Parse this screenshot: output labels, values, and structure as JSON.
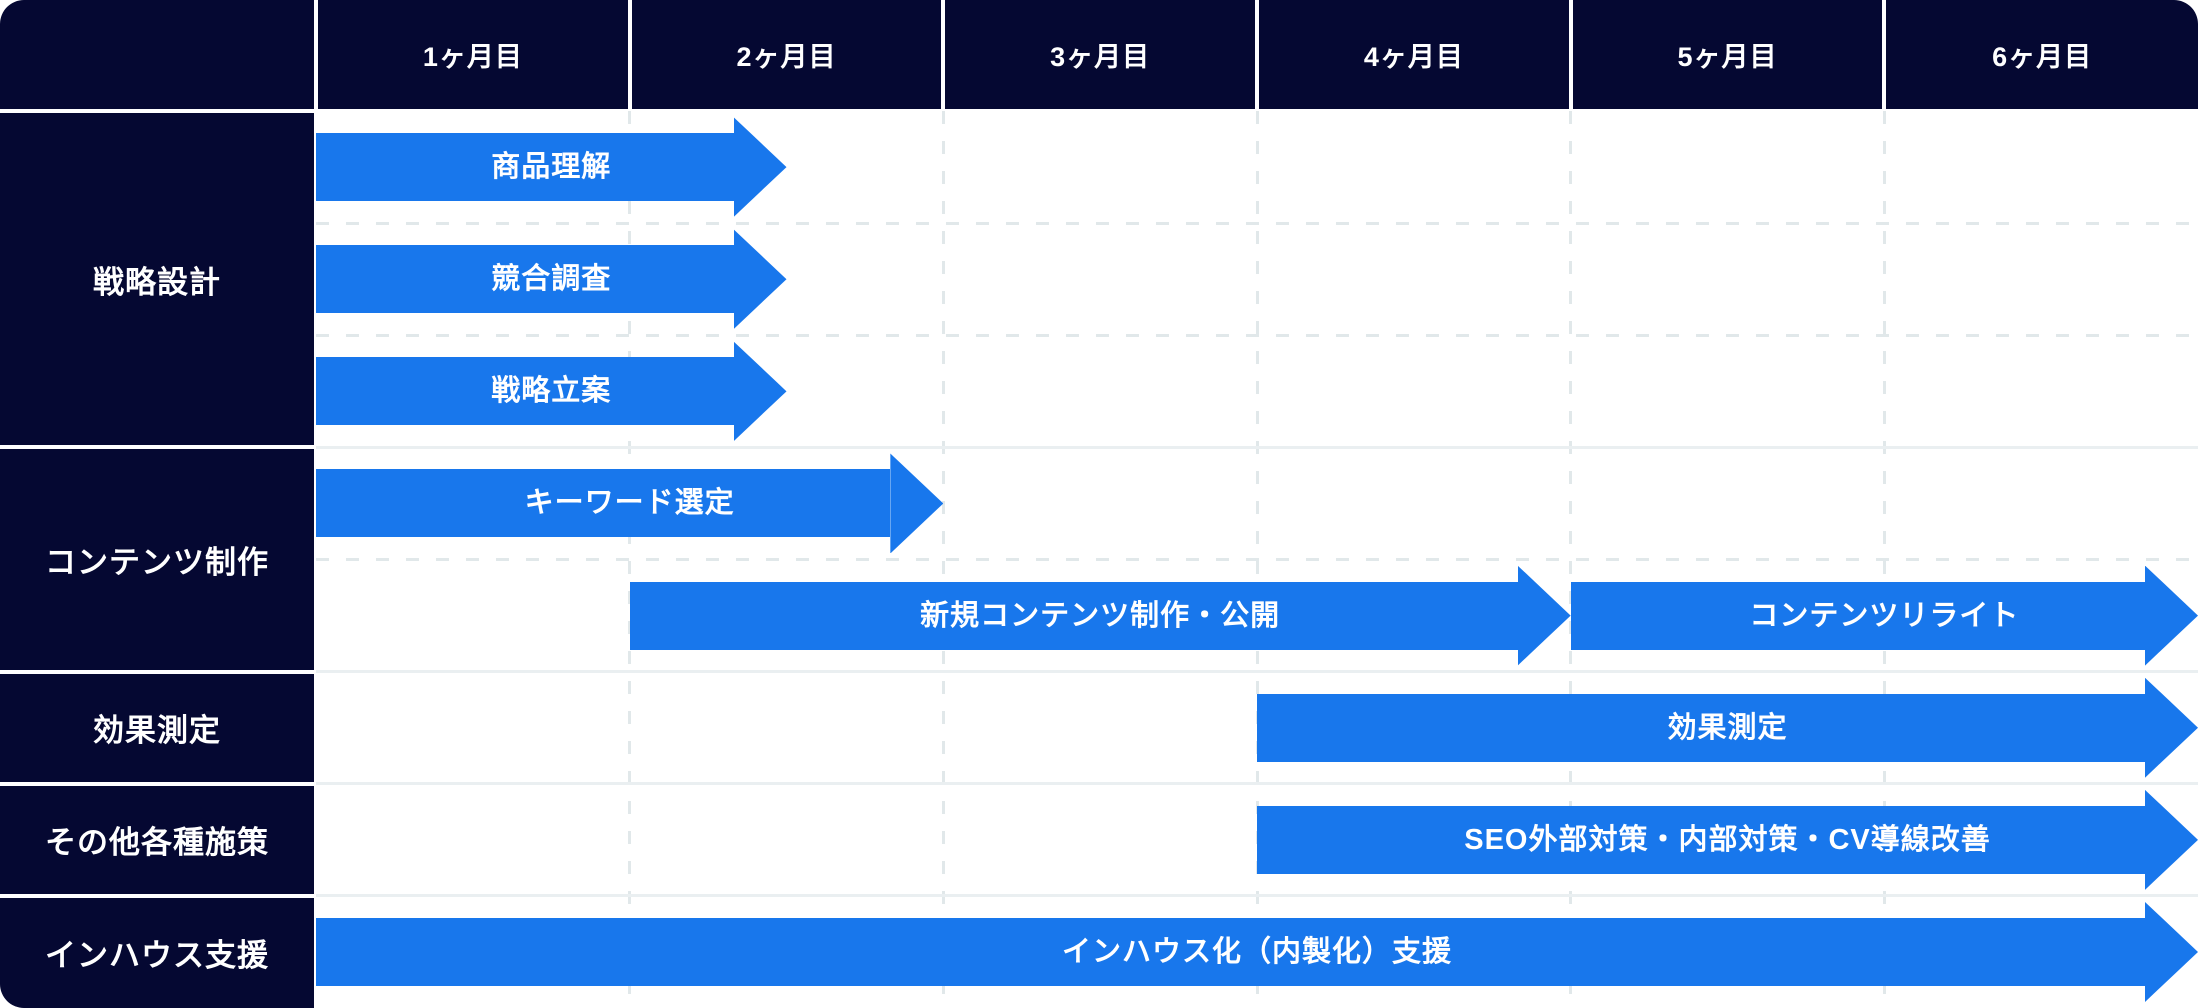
{
  "colors": {
    "navy": "#050832",
    "blue": "#1877EC",
    "grid_dashed": "#E1E8EA",
    "grid_solid": "#EAEFF1",
    "background": "#FFFFFF",
    "text_on_dark": "#FFFFFF",
    "text_on_blue": "#FFFFFF"
  },
  "header": {
    "corner_label": "",
    "months": [
      "1ヶ月目",
      "2ヶ月目",
      "3ヶ月目",
      "4ヶ月目",
      "5ヶ月目",
      "6ヶ月目"
    ]
  },
  "chart_data": {
    "type": "gantt",
    "unit": "month",
    "xlim": [
      0,
      6
    ],
    "x_categories": [
      "1ヶ月目",
      "2ヶ月目",
      "3ヶ月目",
      "4ヶ月目",
      "5ヶ月目",
      "6ヶ月目"
    ],
    "grid": "dashed-vertical-per-month",
    "bar_style": "right-arrow",
    "sections": [
      {
        "label": "戦略設計",
        "rows": [
          [
            {
              "task": "商品理解",
              "start": 0,
              "end": 1.5
            }
          ],
          [
            {
              "task": "競合調査",
              "start": 0,
              "end": 1.5
            }
          ],
          [
            {
              "task": "戦略立案",
              "start": 0,
              "end": 1.5
            }
          ]
        ]
      },
      {
        "label": "コンテンツ制作",
        "rows": [
          [
            {
              "task": "キーワード選定",
              "start": 0,
              "end": 2
            }
          ],
          [
            {
              "task": "新規コンテンツ制作・公開",
              "start": 1,
              "end": 4
            },
            {
              "task": "コンテンツリライト",
              "start": 4,
              "end": 6
            }
          ]
        ]
      },
      {
        "label": "効果測定",
        "rows": [
          [
            {
              "task": "効果測定",
              "start": 3,
              "end": 6
            }
          ]
        ]
      },
      {
        "label": "その他各種施策",
        "rows": [
          [
            {
              "task": "SEO外部対策・内部対策・CV導線改善",
              "start": 3,
              "end": 6
            }
          ]
        ]
      },
      {
        "label": "インハウス支援",
        "rows": [
          [
            {
              "task": "インハウス化（内製化）支援",
              "start": 0,
              "end": 6
            }
          ]
        ]
      }
    ]
  }
}
